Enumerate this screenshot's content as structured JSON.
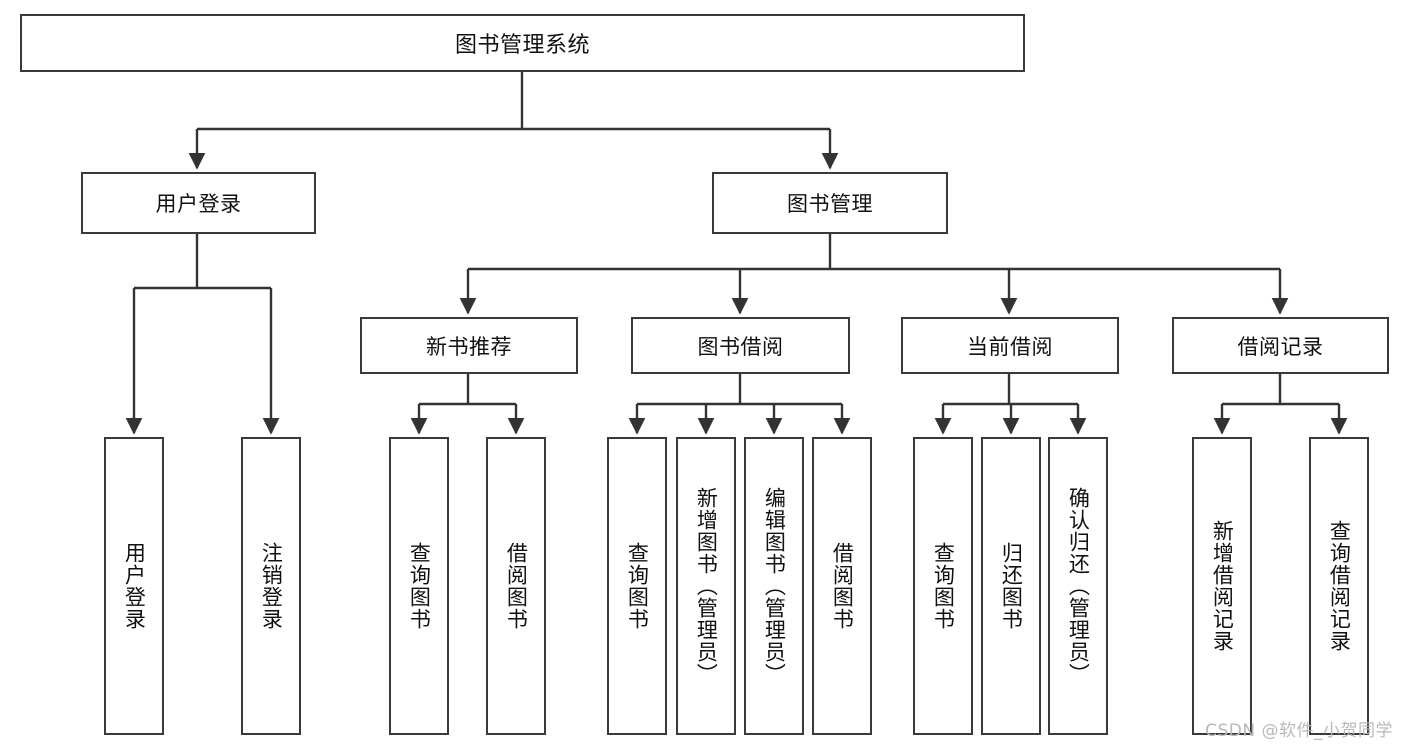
{
  "diagram": {
    "type": "tree-hierarchy",
    "title": "图书管理系统",
    "watermark": "CSDN @软件_小贺同学",
    "colors": {
      "box_border": "#3a3a3a",
      "box_fill": "#ffffff",
      "connector": "#333333",
      "text": "#111111",
      "watermark": "#b9b9b9"
    },
    "levels": {
      "root": {
        "label": "图书管理系统"
      },
      "level2": [
        {
          "label": "用户登录"
        },
        {
          "label": "图书管理"
        }
      ],
      "level3": [
        {
          "label": "新书推荐"
        },
        {
          "label": "图书借阅"
        },
        {
          "label": "当前借阅"
        },
        {
          "label": "借阅记录"
        }
      ],
      "leaves": {
        "user_login": [
          {
            "label": "用户登录"
          },
          {
            "label": "注销登录"
          }
        ],
        "new_book_recommend": [
          {
            "label": "查询图书"
          },
          {
            "label": "借阅图书"
          }
        ],
        "book_borrow": [
          {
            "label": "查询图书"
          },
          {
            "label": "新增图书（管理员）"
          },
          {
            "label": "编辑图书（管理员）"
          },
          {
            "label": "借阅图书"
          }
        ],
        "current_borrow": [
          {
            "label": "查询图书"
          },
          {
            "label": "归还图书"
          },
          {
            "label": "确认归还（管理员）"
          }
        ],
        "borrow_record": [
          {
            "label": "新增借阅记录"
          },
          {
            "label": "查询借阅记录"
          }
        ]
      }
    }
  }
}
